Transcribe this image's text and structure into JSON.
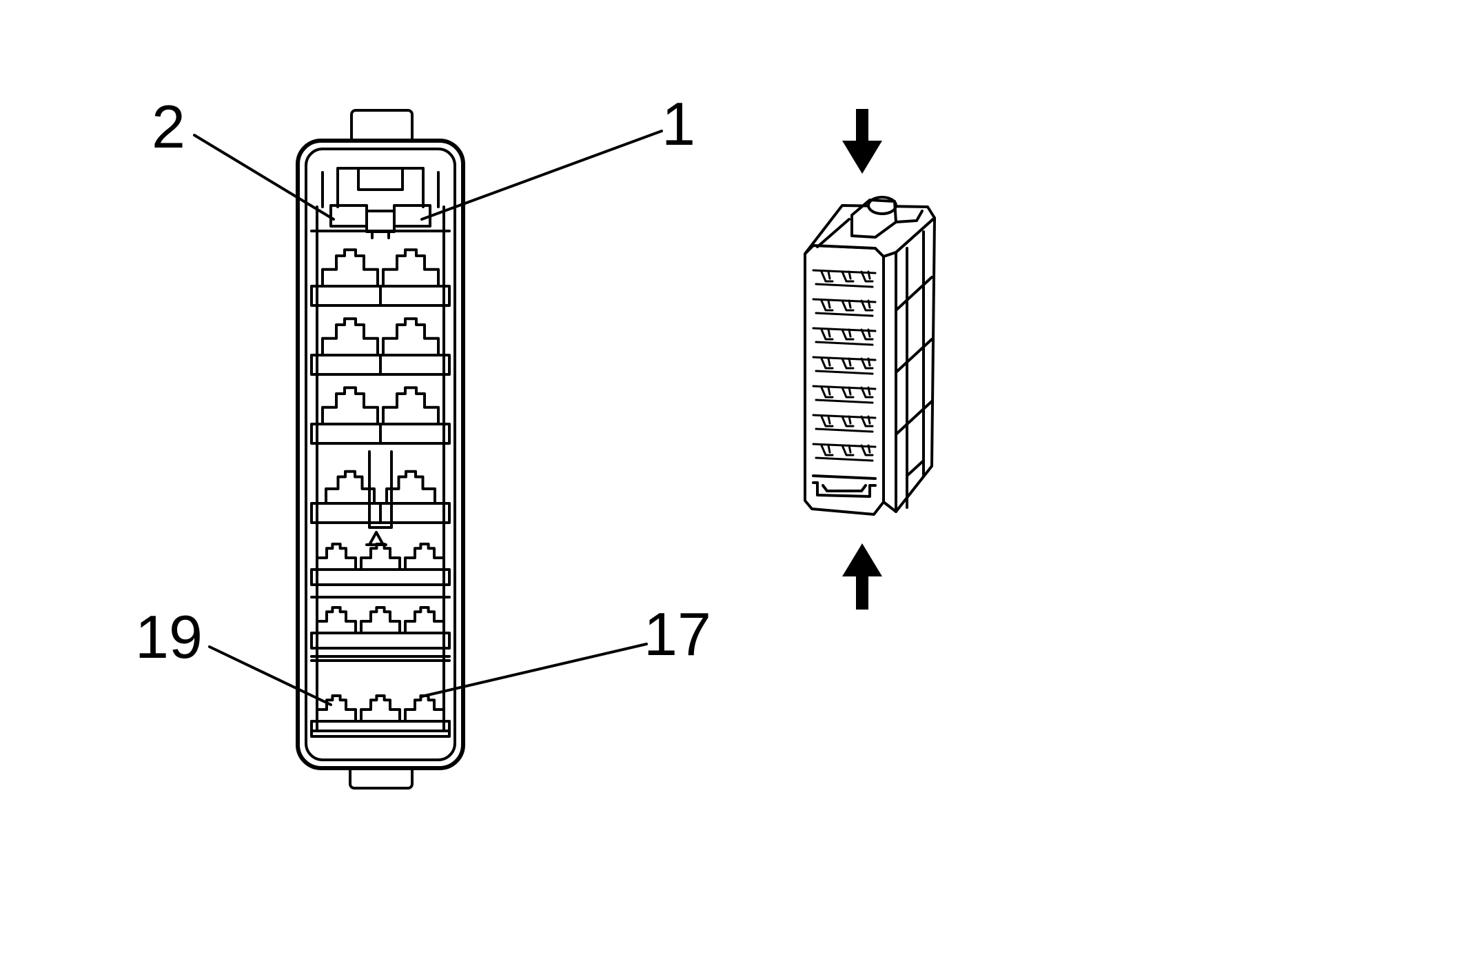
{
  "diagram": {
    "pin_labels": [
      {
        "id": "pin-2",
        "text": "2"
      },
      {
        "id": "pin-1",
        "text": "1"
      },
      {
        "id": "pin-19",
        "text": "19"
      },
      {
        "id": "pin-17",
        "text": "17"
      }
    ],
    "line_color": "#000000",
    "background_color": "#ffffff",
    "arrows": [
      "arrow-down-icon",
      "arrow-up-icon"
    ]
  }
}
